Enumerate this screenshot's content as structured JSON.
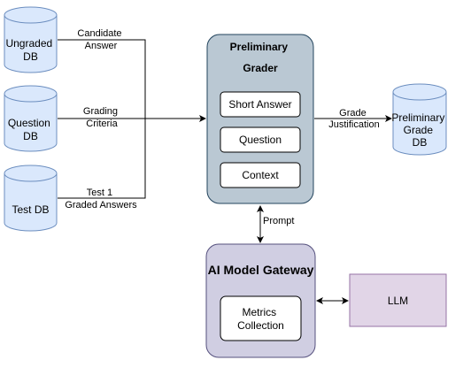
{
  "databases": {
    "ungraded": [
      "Ungraded",
      "DB"
    ],
    "question": [
      "Question",
      "DB"
    ],
    "test": [
      "Test DB"
    ],
    "preliminary": [
      "Preliminary",
      "Grade",
      "DB"
    ]
  },
  "edge_labels": {
    "candidate_answer": [
      "Candidate",
      "Answer"
    ],
    "grading_criteria": [
      "Grading",
      "Criteria"
    ],
    "test_graded": [
      "Test 1",
      "Graded Answers"
    ],
    "grade_justification": [
      "Grade",
      "Justification"
    ],
    "prompt": "Prompt"
  },
  "grader": {
    "title": [
      "Preliminary",
      "Grader"
    ],
    "items": [
      "Short Answer",
      "Question",
      "Context"
    ]
  },
  "gateway": {
    "title": "AI Model Gateway",
    "metrics": [
      "Metrics",
      "Collection"
    ]
  },
  "llm": {
    "label": "LLM"
  },
  "colors": {
    "db_fill": "#dae8fc",
    "db_stroke": "#6c8ebf",
    "grader_fill": "#bac8d3",
    "grader_stroke": "#23445d",
    "gateway_fill": "#d0cee2",
    "gateway_stroke": "#56517e",
    "llm_fill": "#e1d5e7",
    "llm_stroke": "#9673a6"
  }
}
